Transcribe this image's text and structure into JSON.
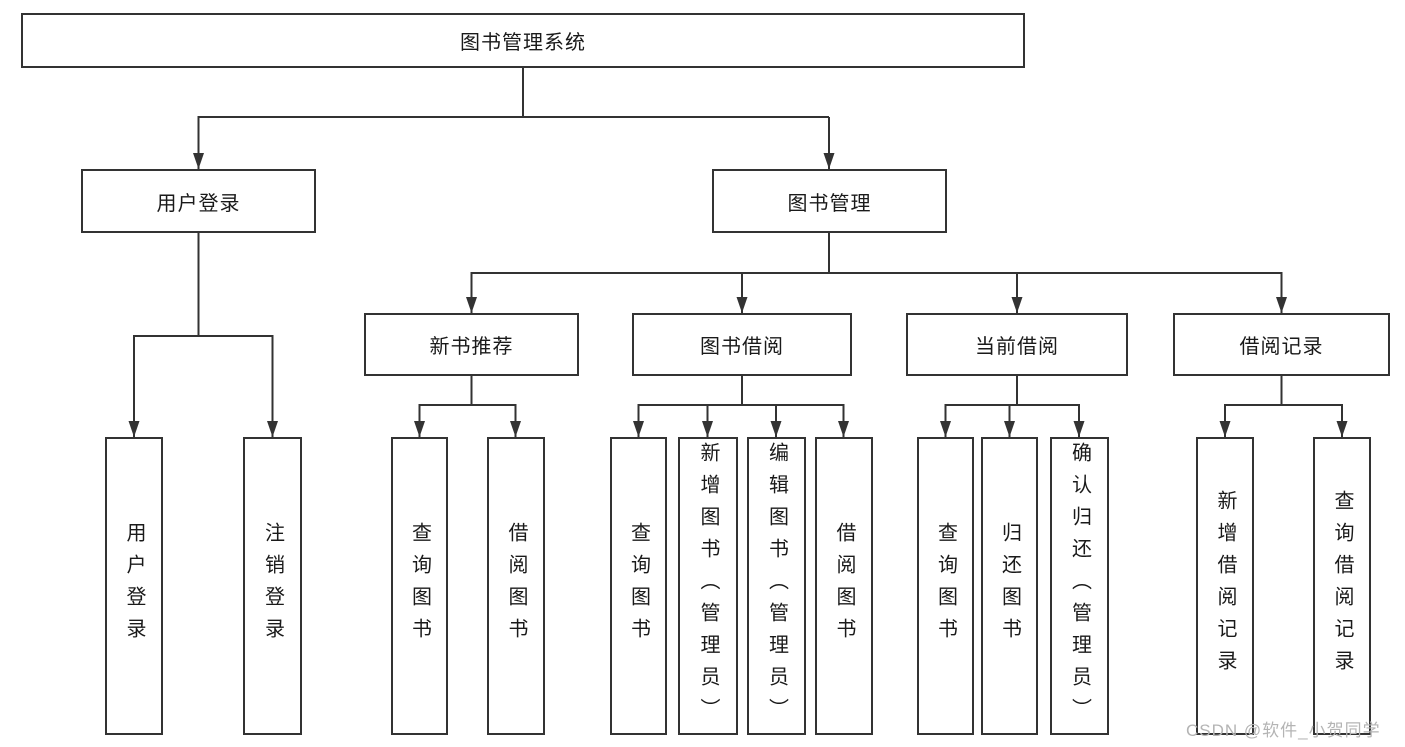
{
  "colors": {
    "background": "#ffffff",
    "line": "#333333",
    "box_border": "#333333",
    "box_fill": "#ffffff",
    "text": "#1a1a1a",
    "watermark": "#b4b4b4"
  },
  "tree": {
    "root": {
      "label": "图书管理系统"
    },
    "branches": [
      {
        "label": "用户登录",
        "children": [
          {
            "label": "用户登录"
          },
          {
            "label": "注销登录"
          }
        ]
      },
      {
        "label": "图书管理",
        "children": [
          {
            "label": "新书推荐",
            "children": [
              {
                "label": "查询图书"
              },
              {
                "label": "借阅图书"
              }
            ]
          },
          {
            "label": "图书借阅",
            "children": [
              {
                "label": "查询图书"
              },
              {
                "label": "新增图书（管理员）"
              },
              {
                "label": "编辑图书（管理员）"
              },
              {
                "label": "借阅图书"
              }
            ]
          },
          {
            "label": "当前借阅",
            "children": [
              {
                "label": "查询图书"
              },
              {
                "label": "归还图书"
              },
              {
                "label": "确认归还（管理员）"
              }
            ]
          },
          {
            "label": "借阅记录",
            "children": [
              {
                "label": "新增借阅记录"
              },
              {
                "label": "查询借阅记录"
              }
            ]
          }
        ]
      }
    ]
  },
  "watermark": {
    "text": "CSDN @软件_小贺同学"
  }
}
